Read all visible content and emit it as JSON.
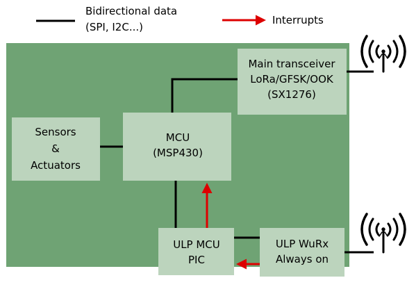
{
  "legend": {
    "data_line_label_line1": "Bidirectional data",
    "data_line_label_line2": "(SPI, I2C...)",
    "interrupt_label": "Interrupts"
  },
  "blocks": {
    "transceiver": {
      "line1": "Main transceiver",
      "line2": "LoRa/GFSK/OOK",
      "line3": "(SX1276)"
    },
    "sensors": {
      "line1": "Sensors",
      "line2": "&",
      "line3": "Actuators"
    },
    "mcu": {
      "line1": "MCU",
      "line2": "(MSP430)"
    },
    "ulp_mcu": {
      "line1": "ULP MCU",
      "line2": "PIC"
    },
    "wurx": {
      "line1": "ULP WuRx",
      "line2": "Always on"
    }
  },
  "colors": {
    "board": "#6fa374",
    "block": "#bcd4bd",
    "data_line": "#000000",
    "interrupt": "#dd0000"
  },
  "icons": [
    "antenna-icon",
    "antenna-icon"
  ]
}
